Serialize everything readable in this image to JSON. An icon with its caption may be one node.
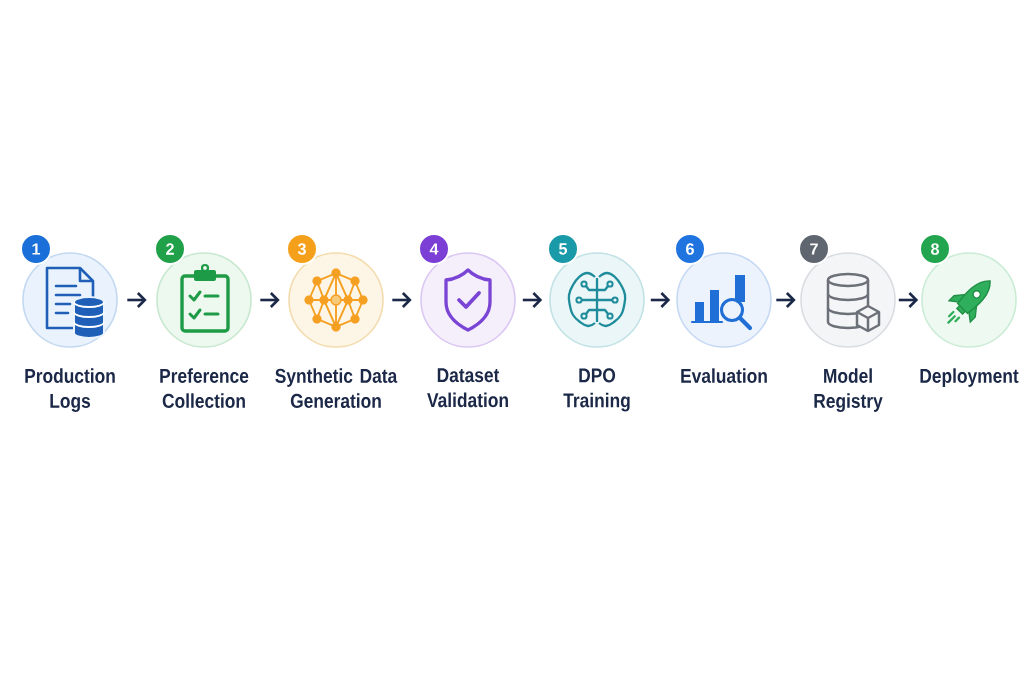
{
  "diagram": {
    "nodes": [
      {
        "text": [
          "1",
          "Production Logs"
        ]
      },
      {
        "text": [
          "2",
          "Preference Collection"
        ]
      },
      {
        "text": [
          "3",
          "Synthetic Data Generation"
        ]
      },
      {
        "text": [
          "4",
          "Dataset Validation"
        ]
      },
      {
        "text": [
          "5",
          "DPO Training"
        ]
      },
      {
        "text": [
          "6",
          "Evaluation"
        ]
      },
      {
        "text": [
          "7",
          "Model Registry"
        ]
      },
      {
        "text": [
          "8",
          "Deployment"
        ]
      }
    ],
    "edges": [
      {
        "from": 0,
        "to": 1,
        "arrow": "to"
      },
      {
        "from": 1,
        "to": 2,
        "arrow": "to"
      },
      {
        "from": 2,
        "to": 3,
        "arrow": "to"
      },
      {
        "from": 3,
        "to": 4,
        "arrow": "to"
      },
      {
        "from": 4,
        "to": 5,
        "arrow": "to"
      },
      {
        "from": 5,
        "to": 6,
        "arrow": "to"
      },
      {
        "from": 6,
        "to": 7,
        "arrow": "to"
      }
    ]
  }
}
